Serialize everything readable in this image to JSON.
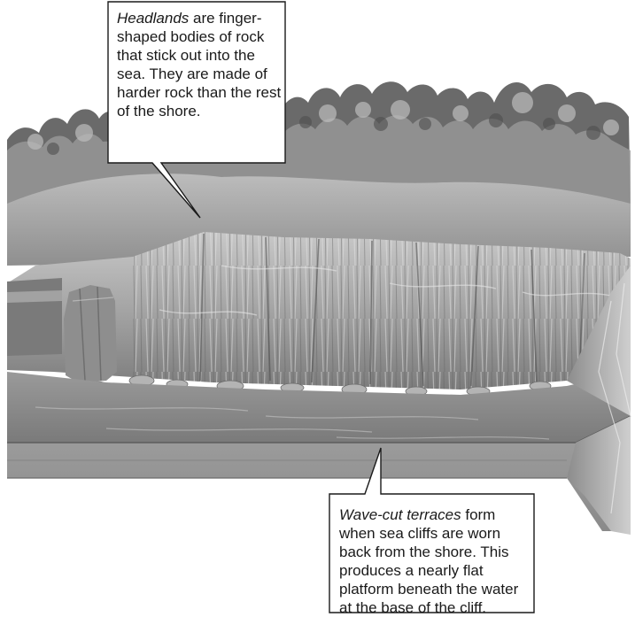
{
  "callouts": {
    "headlands": {
      "term": "Headlands",
      "text": " are finger-shaped bodies of rock that stick out into the sea. They are made of harder rock than the rest of the shore."
    },
    "terraces": {
      "term": "Wave-cut terraces",
      "text": " form when sea cliffs are worn back from the shore. This produces a nearly flat platform beneath the water at the base of the cliff."
    }
  },
  "colors": {
    "sky": "#ffffff",
    "trees_dark": "#5f5f5f",
    "trees_light": "#b9b9b9",
    "cliff_face": "#a8a8a8",
    "cliff_shadow": "#6e6e6e",
    "water": "#8a8a8a",
    "block_side": "#909090",
    "callout_border": "#1a1a1a"
  }
}
